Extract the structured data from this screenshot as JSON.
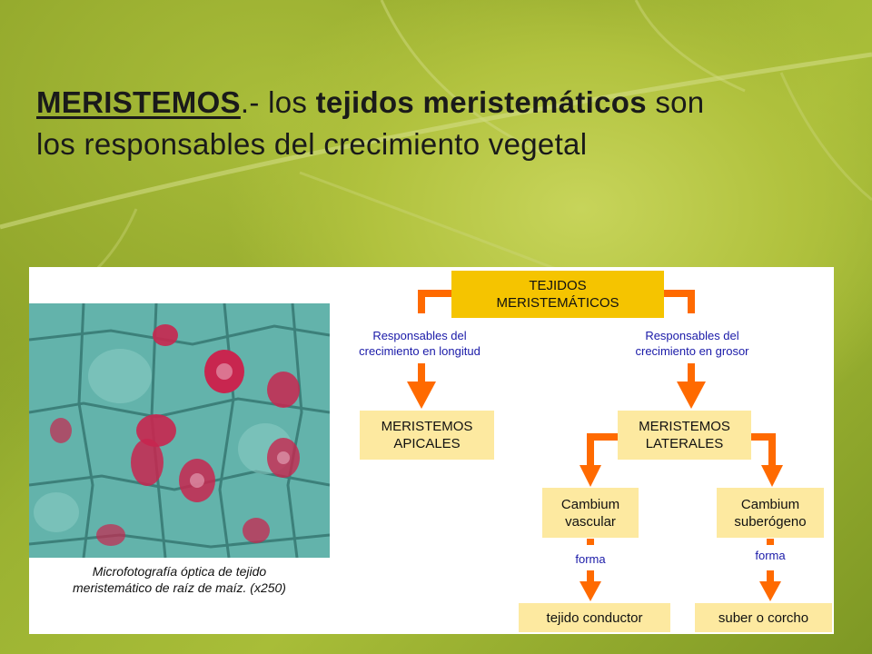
{
  "title": {
    "head": "MERISTEMOS",
    "dash": ".- los ",
    "bold": "tejidos meristemáticos",
    "rest1": " son",
    "line2": "los responsables del crecimiento vegetal"
  },
  "caption": {
    "line1": "Microfotografía óptica de tejido",
    "line2": "meristemático de raíz de maíz. (x250)"
  },
  "diagram": {
    "top": {
      "line1": "TEJIDOS",
      "line2": "MERISTEMÁTICOS"
    },
    "left_label": {
      "line1": "Responsables del",
      "line2": "crecimiento en longitud"
    },
    "right_label": {
      "line1": "Responsables del",
      "line2": "crecimiento en grosor"
    },
    "apicales": {
      "line1": "MERISTEMOS",
      "line2": "APICALES"
    },
    "laterales": {
      "line1": "MERISTEMOS",
      "line2": "LATERALES"
    },
    "vascular": {
      "line1": "Cambium",
      "line2": "vascular"
    },
    "suberogeno": {
      "line1": "Cambium",
      "line2": "suberógeno"
    },
    "forma_left": "forma",
    "forma_right": "forma",
    "conductor": "tejido conductor",
    "corcho": "suber o corcho"
  },
  "colors": {
    "arrow": "#ff6a00",
    "top_box": "#f5c400",
    "box": "#fde9a0",
    "label_blue": "#1a1aa8"
  }
}
